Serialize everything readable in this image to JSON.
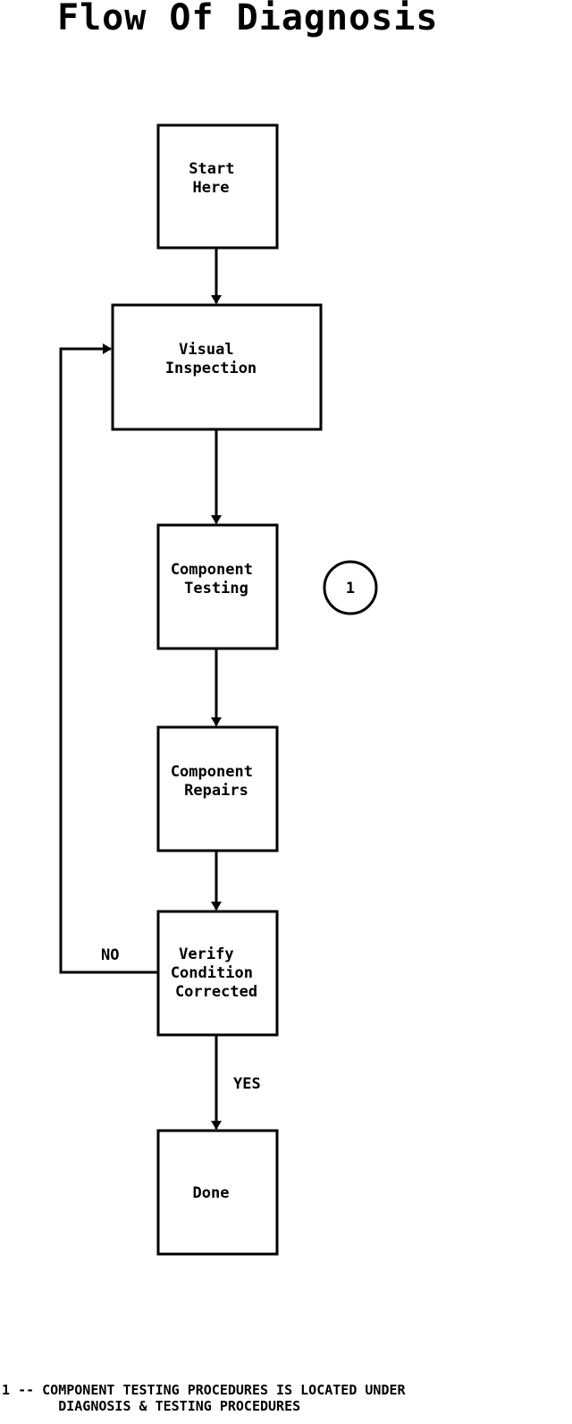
{
  "title": "Flow Of Diagnosis",
  "nodes": {
    "start": [
      "Start",
      "Here"
    ],
    "visual": [
      "Visual",
      "Inspection"
    ],
    "testing": [
      "Component",
      "Testing"
    ],
    "repairs": [
      "Component",
      "Repairs"
    ],
    "verify": [
      "Verify",
      "Condition",
      "Corrected"
    ],
    "done": [
      "Done"
    ]
  },
  "callout": "1",
  "edges": {
    "no_label": "NO",
    "yes_label": "YES"
  },
  "footnote": {
    "number": "1",
    "separator": "--",
    "line1": "COMPONENT TESTING PROCEDURES IS LOCATED UNDER",
    "line2": "DIAGNOSIS & TESTING PROCEDURES"
  }
}
